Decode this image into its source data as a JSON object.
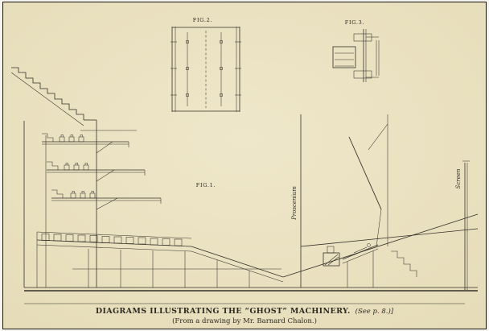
{
  "plate": {
    "caption_title": "DIAGRAMS ILLUSTRATING THE “GHOST” MACHINERY.",
    "caption_note": "(See p. 8.)]",
    "caption_credit": "(From a drawing by Mr. Barnard Chalon.)"
  },
  "figures": {
    "fig1_label": "FIG.1.",
    "fig2_label": "FIG.2.",
    "fig3_label": "FIG.3."
  },
  "labels": {
    "proscenium": "Proscenium",
    "screen": "Screen"
  },
  "colors": {
    "paper": "#ebe2c2",
    "ink": "#35312a",
    "frame": "#17150f"
  }
}
